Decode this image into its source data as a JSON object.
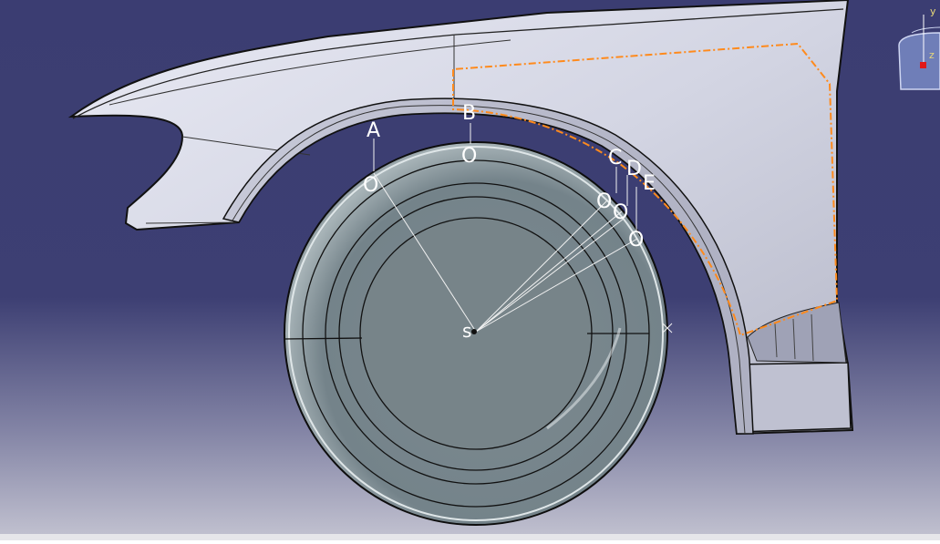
{
  "labels": {
    "A": "A",
    "B": "B",
    "C": "C",
    "D": "D",
    "E": "E",
    "S": "s",
    "origin": "O"
  },
  "compass": {
    "y_axis": "y",
    "z_axis": "z"
  },
  "colors": {
    "background_top": "#3b3d72",
    "background_bottom": "#b9b9c9",
    "body_panel": "#d9dbe8",
    "wheel": "#76838a",
    "highlight_curve": "#ff8a1c"
  }
}
